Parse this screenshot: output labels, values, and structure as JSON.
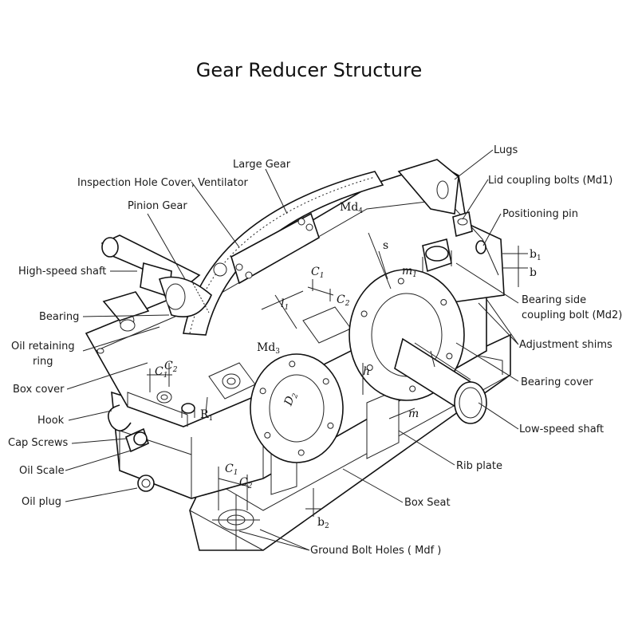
{
  "title": "Gear Reducer Structure",
  "labels": {
    "large_gear": "Large Gear",
    "inspection_cover": "Inspection Hole Cover, Ventilator",
    "pinion_gear": "Pinion Gear",
    "high_speed_shaft": "High-speed shaft",
    "bearing": "Bearing",
    "oil_ring_1": "Oil retaining",
    "oil_ring_2": "ring",
    "box_cover": "Box cover",
    "hook": "Hook",
    "cap_screws": "Cap Screws",
    "oil_scale": "Oil Scale",
    "oil_plug": "Oil plug",
    "lugs": "Lugs",
    "lid_bolts": "Lid coupling bolts (Md1)",
    "positioning_pin": "Positioning pin",
    "bearing_side_bolt_1": "Bearing side",
    "bearing_side_bolt_2": "coupling bolt (Md2)",
    "adjustment_shims": "Adjustment shims",
    "bearing_cover": "Bearing cover",
    "low_speed_shaft": "Low-speed shaft",
    "rib_plate": "Rib plate",
    "box_seat": "Box Seat",
    "ground_bolt_holes": "Ground Bolt Holes ( Mdf )"
  },
  "dims": {
    "md4": "Md",
    "md4_sub": "4",
    "md3": "Md",
    "md3_sub": "3",
    "s": "s",
    "m1": "m",
    "m1_sub": "1",
    "c1_top": "C",
    "c1_top_sub": "1",
    "c2_top": "C",
    "c2_top_sub": "2",
    "l1": "l",
    "l1_sub": "1",
    "b1": "b",
    "b1_sub": "1",
    "b": "b",
    "h": "h",
    "d2": "D",
    "d2_sub": "2",
    "r1": "R",
    "r1_sub": "1",
    "c1_left": "C",
    "c1_left_sub": "1",
    "c2_left": "C",
    "c2_left_sub": "2",
    "m": "m",
    "c1_bot": "C",
    "c1_bot_sub": "1",
    "c2_bot": "C",
    "c2_bot_sub": "2",
    "b2": "b",
    "b2_sub": "2"
  }
}
